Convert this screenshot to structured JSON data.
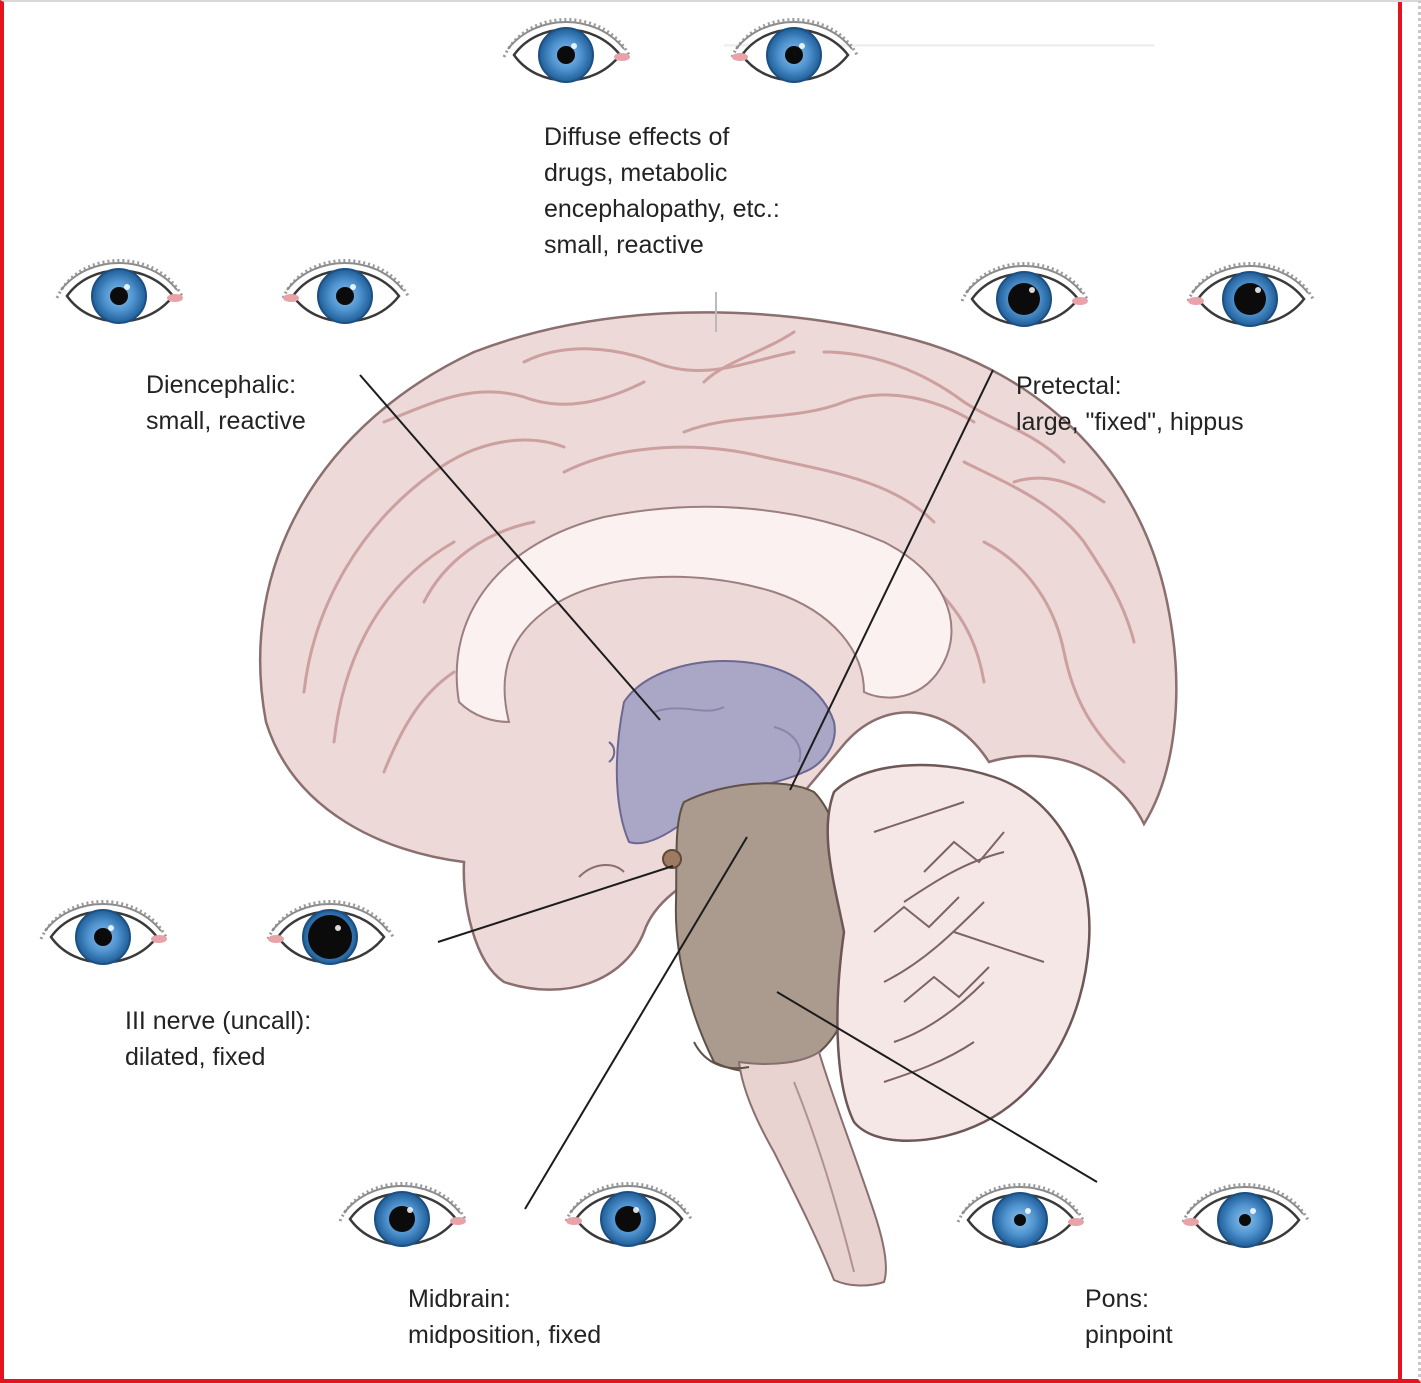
{
  "colors": {
    "frame_red": "#e3141b",
    "iris_blue": "#4f93cf",
    "pupil": "#0b0b0b",
    "brain_pink": "#ead7d6",
    "diencephalon_lavender": "#a7a3c3",
    "brainstem_taupe": "#a99a8d"
  },
  "labels": {
    "diffuse": [
      "Diffuse effects of",
      "drugs, metabolic",
      "encephalopathy, etc.:",
      "small, reactive"
    ],
    "diencephalic": [
      "Diencephalic:",
      "small, reactive"
    ],
    "pretectal": [
      "Pretectal:",
      "large, \"fixed\", hippus"
    ],
    "third_nerve": [
      "III nerve (uncall):",
      "dilated, fixed"
    ],
    "midbrain": [
      "Midbrain:",
      "midposition, fixed"
    ],
    "pons": [
      "Pons:",
      "pinpoint"
    ]
  },
  "eye_pairs": [
    {
      "name": "diffuse",
      "pupils": [
        "small",
        "small"
      ]
    },
    {
      "name": "diencephalic",
      "pupils": [
        "small",
        "small"
      ]
    },
    {
      "name": "pretectal",
      "pupils": [
        "large",
        "large"
      ]
    },
    {
      "name": "third-nerve",
      "pupils": [
        "small",
        "dilated"
      ]
    },
    {
      "name": "midbrain",
      "pupils": [
        "midposition",
        "midposition"
      ]
    },
    {
      "name": "pons",
      "pupils": [
        "pinpoint",
        "pinpoint"
      ]
    }
  ]
}
